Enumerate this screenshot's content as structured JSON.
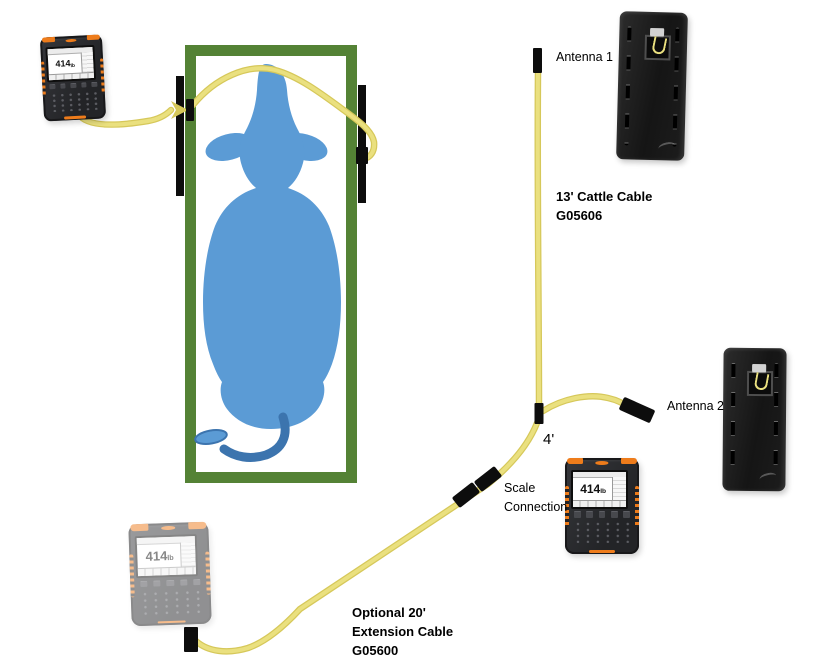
{
  "diagram": {
    "labels": {
      "antenna1": "Antenna 1",
      "antenna2": "Antenna 2",
      "cattle_cable_line1": "13' Cattle Cable",
      "cattle_cable_line2": "G05606",
      "distance": "4'",
      "scale_connection_line1": "Scale",
      "scale_connection_line2": "Connection",
      "extension_line1": "Optional 20'",
      "extension_line2": "Extension Cable",
      "extension_line3": "G05600"
    },
    "device_screen": {
      "value": "414",
      "unit": "lb"
    },
    "colors": {
      "cable": "#eae07f",
      "cable_edge": "#d6c85a",
      "chute_green": "#548235",
      "cow_blue": "#5b9bd5",
      "cow_dark_blue": "#3c74ae",
      "connector_black": "#0d0d0d",
      "device_orange": "#ee7c1b"
    }
  }
}
